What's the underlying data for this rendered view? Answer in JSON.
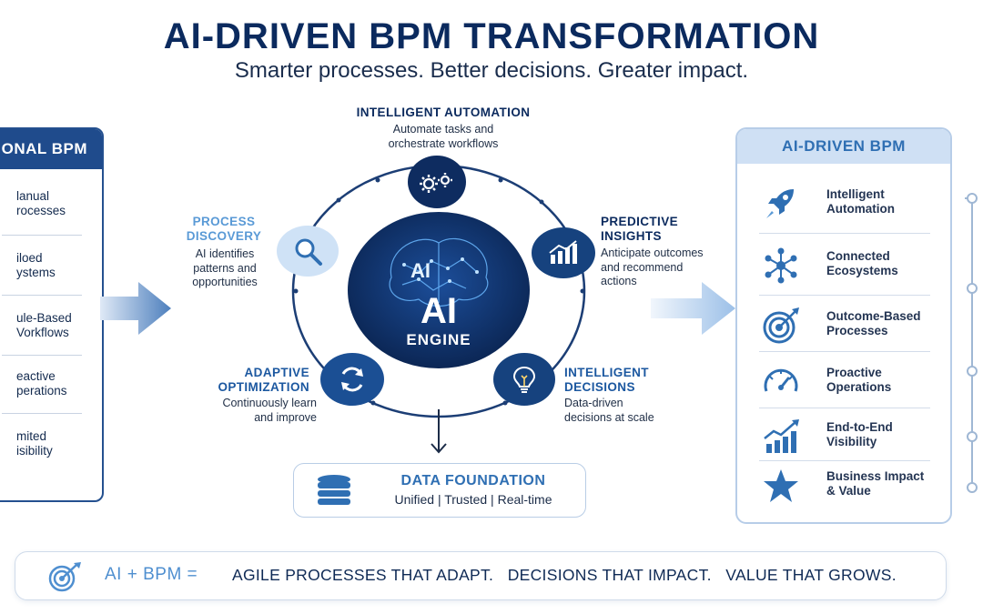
{
  "header": {
    "title": "AI-DRIVEN BPM TRANSFORMATION",
    "subtitle": "Smarter processes. Better decisions. Greater impact."
  },
  "left_panel": {
    "title": "ONAL BPM",
    "items": [
      "Manual Processes",
      "Siloed Systems",
      "Rule-Based Workflows",
      "Reactive Operations",
      "Limited Visibility"
    ],
    "items_display": [
      [
        "lanual",
        "rocesses"
      ],
      [
        "iloed",
        "ystems"
      ],
      [
        "ule-Based",
        "Vorkflows"
      ],
      [
        "eactive",
        "perations"
      ],
      [
        "mited",
        "isibility"
      ]
    ]
  },
  "engine": {
    "watermark": "AI",
    "label_main": "AI",
    "label_sub": "ENGINE"
  },
  "nodes": {
    "automation": {
      "title": "INTELLIGENT AUTOMATION",
      "desc_1": "Automate tasks and",
      "desc_2": "orchestrate workflows",
      "icon": "gears-icon"
    },
    "discovery": {
      "title_1": "PROCESS",
      "title_2": "DISCOVERY",
      "desc_1": "AI identifies",
      "desc_2": "patterns and",
      "desc_3": "opportunities",
      "icon": "magnifier-icon"
    },
    "insights": {
      "title_1": "PREDICTIVE",
      "title_2": "INSIGHTS",
      "desc_1": "Anticipate outcomes",
      "desc_2": "and recommend",
      "desc_3": "actions",
      "icon": "bar-chart-icon"
    },
    "optimization": {
      "title_1": "ADAPTIVE",
      "title_2": "OPTIMIZATION",
      "desc_1": "Continuously learn",
      "desc_2": "and improve",
      "icon": "refresh-icon"
    },
    "decisions": {
      "title_1": "INTELLIGENT",
      "title_2": "DECISIONS",
      "desc_1": "Data-driven",
      "desc_2": "decisions at scale",
      "icon": "lightbulb-icon"
    }
  },
  "data_foundation": {
    "title": "DATA FOUNDATION",
    "subtitle": "Unified | Trusted | Real-time",
    "icon": "database-icon"
  },
  "right_panel": {
    "title": "AI-DRIVEN BPM",
    "items": [
      {
        "l1": "Intelligent",
        "l2": "Automation",
        "icon": "rocket-icon"
      },
      {
        "l1": "Connected",
        "l2": "Ecosystems",
        "icon": "network-icon"
      },
      {
        "l1": "Outcome-Based",
        "l2": "Processes",
        "icon": "target-icon"
      },
      {
        "l1": "Proactive",
        "l2": "Operations",
        "icon": "gauge-icon"
      },
      {
        "l1": "End-to-End",
        "l2": "Visibility",
        "icon": "growth-chart-icon"
      },
      {
        "l1": "Business Impact",
        "l2": "& Value",
        "icon": "star-icon"
      }
    ]
  },
  "footer": {
    "left": "AI + BPM =",
    "right": "AGILE PROCESSES THAT ADAPT.   DECISIONS THAT IMPACT.   VALUE THAT GROWS.",
    "icon": "target-icon"
  },
  "colors": {
    "navy": "#0b2a5e",
    "blue": "#1f4b8c",
    "light_blue": "#5a9ad6",
    "panel_light": "#cfe0f4"
  }
}
